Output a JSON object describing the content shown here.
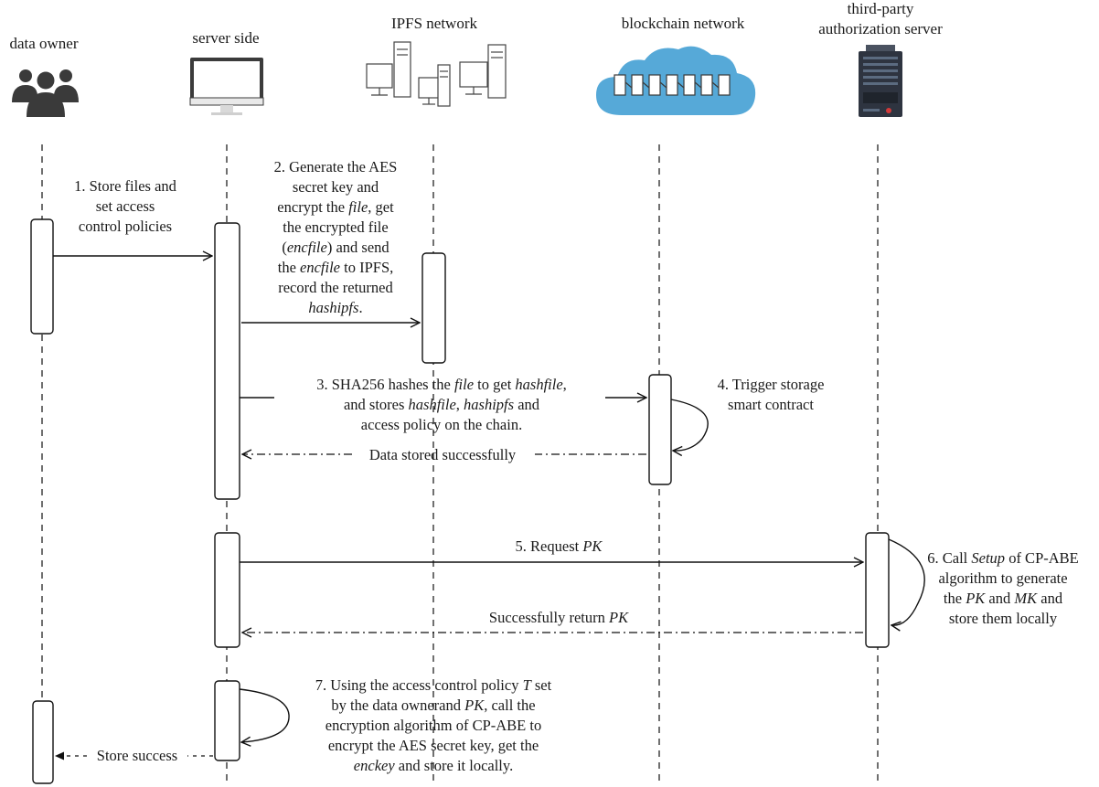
{
  "participants": {
    "data_owner": "data owner",
    "server_side": "server side",
    "ipfs": "IPFS network",
    "blockchain": "blockchain network",
    "auth_line1": "third-party",
    "auth_line2": "authorization server"
  },
  "icons": {
    "data_owner": "people-group-icon",
    "server_side": "desktop-computer-icon",
    "ipfs": "networked-computers-icon",
    "blockchain": "blockchain-cloud-icon",
    "auth": "server-rack-icon"
  },
  "messages": {
    "m1": {
      "l1": "1. Store files and",
      "l2": "set access",
      "l3": "control policies"
    },
    "m2": {
      "l1": "2. Generate the AES",
      "l2": "secret key and",
      "l3a": "encrypt the ",
      "l3b": "file",
      "l3c": ", get",
      "l4": "the encrypted file",
      "l5a": "(",
      "l5b": "encfile",
      "l5c": ") and send",
      "l6a": "the ",
      "l6b": "encfile",
      "l6c": " to IPFS,",
      "l7": "record the returned",
      "l8a": "hashipfs",
      "l8b": "."
    },
    "m3": {
      "l1a": "3. SHA256 hashes the ",
      "l1b": "file",
      "l1c": " to get ",
      "l1d": "hashfile",
      "l1e": ",",
      "l2a": "and stores ",
      "l2b": "hashfile",
      "l2c": ", ",
      "l2d": "hashipfs",
      "l2e": " and",
      "l3": "access policy on the chain."
    },
    "m4": {
      "l1": "4. Trigger storage",
      "l2": "smart contract"
    },
    "r1": "Data stored successfully",
    "m5": {
      "a": "5. Request ",
      "b": "PK"
    },
    "m6": {
      "l1a": "6. Call ",
      "l1b": "Setup",
      "l1c": " of CP-ABE",
      "l2": "algorithm to generate",
      "l3a": "the ",
      "l3b": "PK",
      "l3c": " and ",
      "l3d": "MK",
      "l3e": " and",
      "l4": "store them locally"
    },
    "r2": {
      "a": "Successfully return ",
      "b": "PK"
    },
    "m7": {
      "l1a": "7. Using the access control policy ",
      "l1b": "T",
      "l1c": " set",
      "l2a": "by the data ownerand ",
      "l2b": "PK",
      "l2c": ", call the",
      "l3": "encryption algorithm of CP-ABE to",
      "l4": "encrypt the AES secret key, get the",
      "l5a": "enckey",
      "l5b": " and store it locally."
    },
    "r3": "Store success"
  },
  "colors": {
    "cloud": "#56a9d8",
    "owner_icon": "#3a3a3a",
    "server_rack": "#2e3440",
    "server_accent": "#d33a3a",
    "monitor": "#3b3b3b"
  }
}
